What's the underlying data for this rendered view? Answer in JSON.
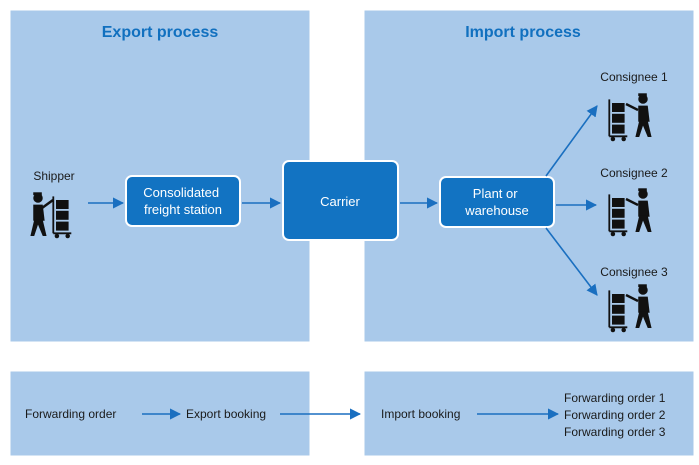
{
  "export_panel": {
    "title": "Export process"
  },
  "import_panel": {
    "title": "Import process"
  },
  "nodes": {
    "shipper": "Shipper",
    "consolidated": [
      "Consolidated",
      "freight station"
    ],
    "carrier": "Carrier",
    "plant": [
      "Plant or",
      "warehouse"
    ],
    "consignee1": "Consignee 1",
    "consignee2": "Consignee 2",
    "consignee3": "Consignee 3"
  },
  "docs": {
    "forwarding_order": "Forwarding order",
    "export_booking": "Export booking",
    "import_booking": "Import booking",
    "forwarding_orders": [
      "Forwarding order 1",
      "Forwarding order 2",
      "Forwarding order 3"
    ]
  },
  "colors": {
    "panel": "#a9c9ea",
    "box": "#1273c2",
    "title": "#1170bf",
    "arrow": "#1a6fc0"
  }
}
